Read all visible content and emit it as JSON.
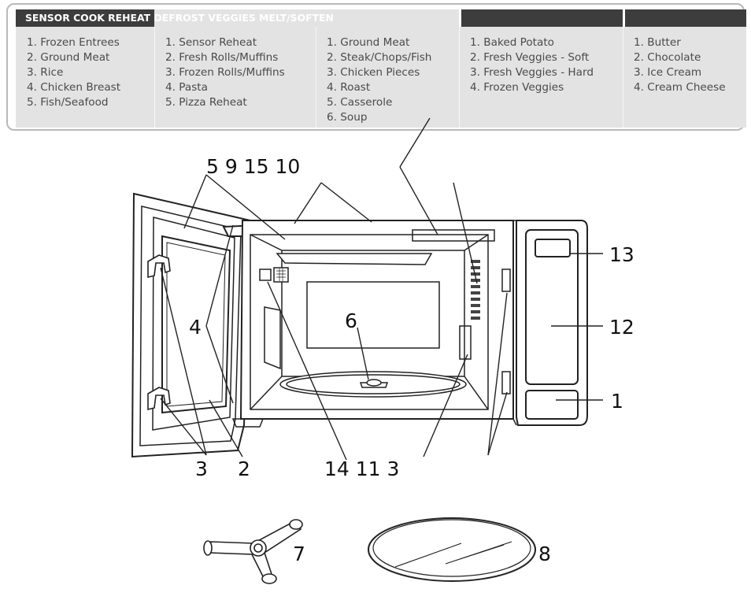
{
  "label_table": {
    "header_text": "SENSOR COOK REHEAT DEFROST VEGGIES MELT/SOFTEN",
    "columns": [
      {
        "items": [
          "1. Frozen Entrees",
          "2. Ground Meat",
          "3. Rice",
          "4. Chicken Breast",
          "5. Fish/Seafood"
        ]
      },
      {
        "items": [
          "1. Sensor Reheat",
          "2. Fresh Rolls/Muffins",
          "3. Frozen Rolls/Muffins",
          "4. Pasta",
          "5. Pizza Reheat"
        ]
      },
      {
        "items": [
          "1. Ground Meat",
          "2. Steak/Chops/Fish",
          "3. Chicken Pieces",
          "4. Roast",
          "5. Casserole",
          "6. Soup"
        ]
      },
      {
        "items": [
          "1. Baked Potato",
          "2. Fresh Veggies - Soft",
          "3. Fresh Veggies - Hard",
          "4. Frozen Veggies"
        ]
      },
      {
        "items": [
          "1. Butter",
          "2. Chocolate",
          "3. Ice Cream",
          "4. Cream Cheese"
        ]
      }
    ]
  },
  "callouts": {
    "top": "5 9 15 10",
    "door_seal": "4",
    "turntable_shaft": "6",
    "door_hooks": "3",
    "door_window": "2",
    "bottom_middle": "14 11 3",
    "control_display": "13",
    "control_panel": "12",
    "door_release": "1",
    "roller_ring": "7",
    "glass_tray": "8"
  },
  "colors": {
    "table_bg": "#e3e3e3",
    "header_bg": "#3d3d3d",
    "line": "#222222"
  }
}
